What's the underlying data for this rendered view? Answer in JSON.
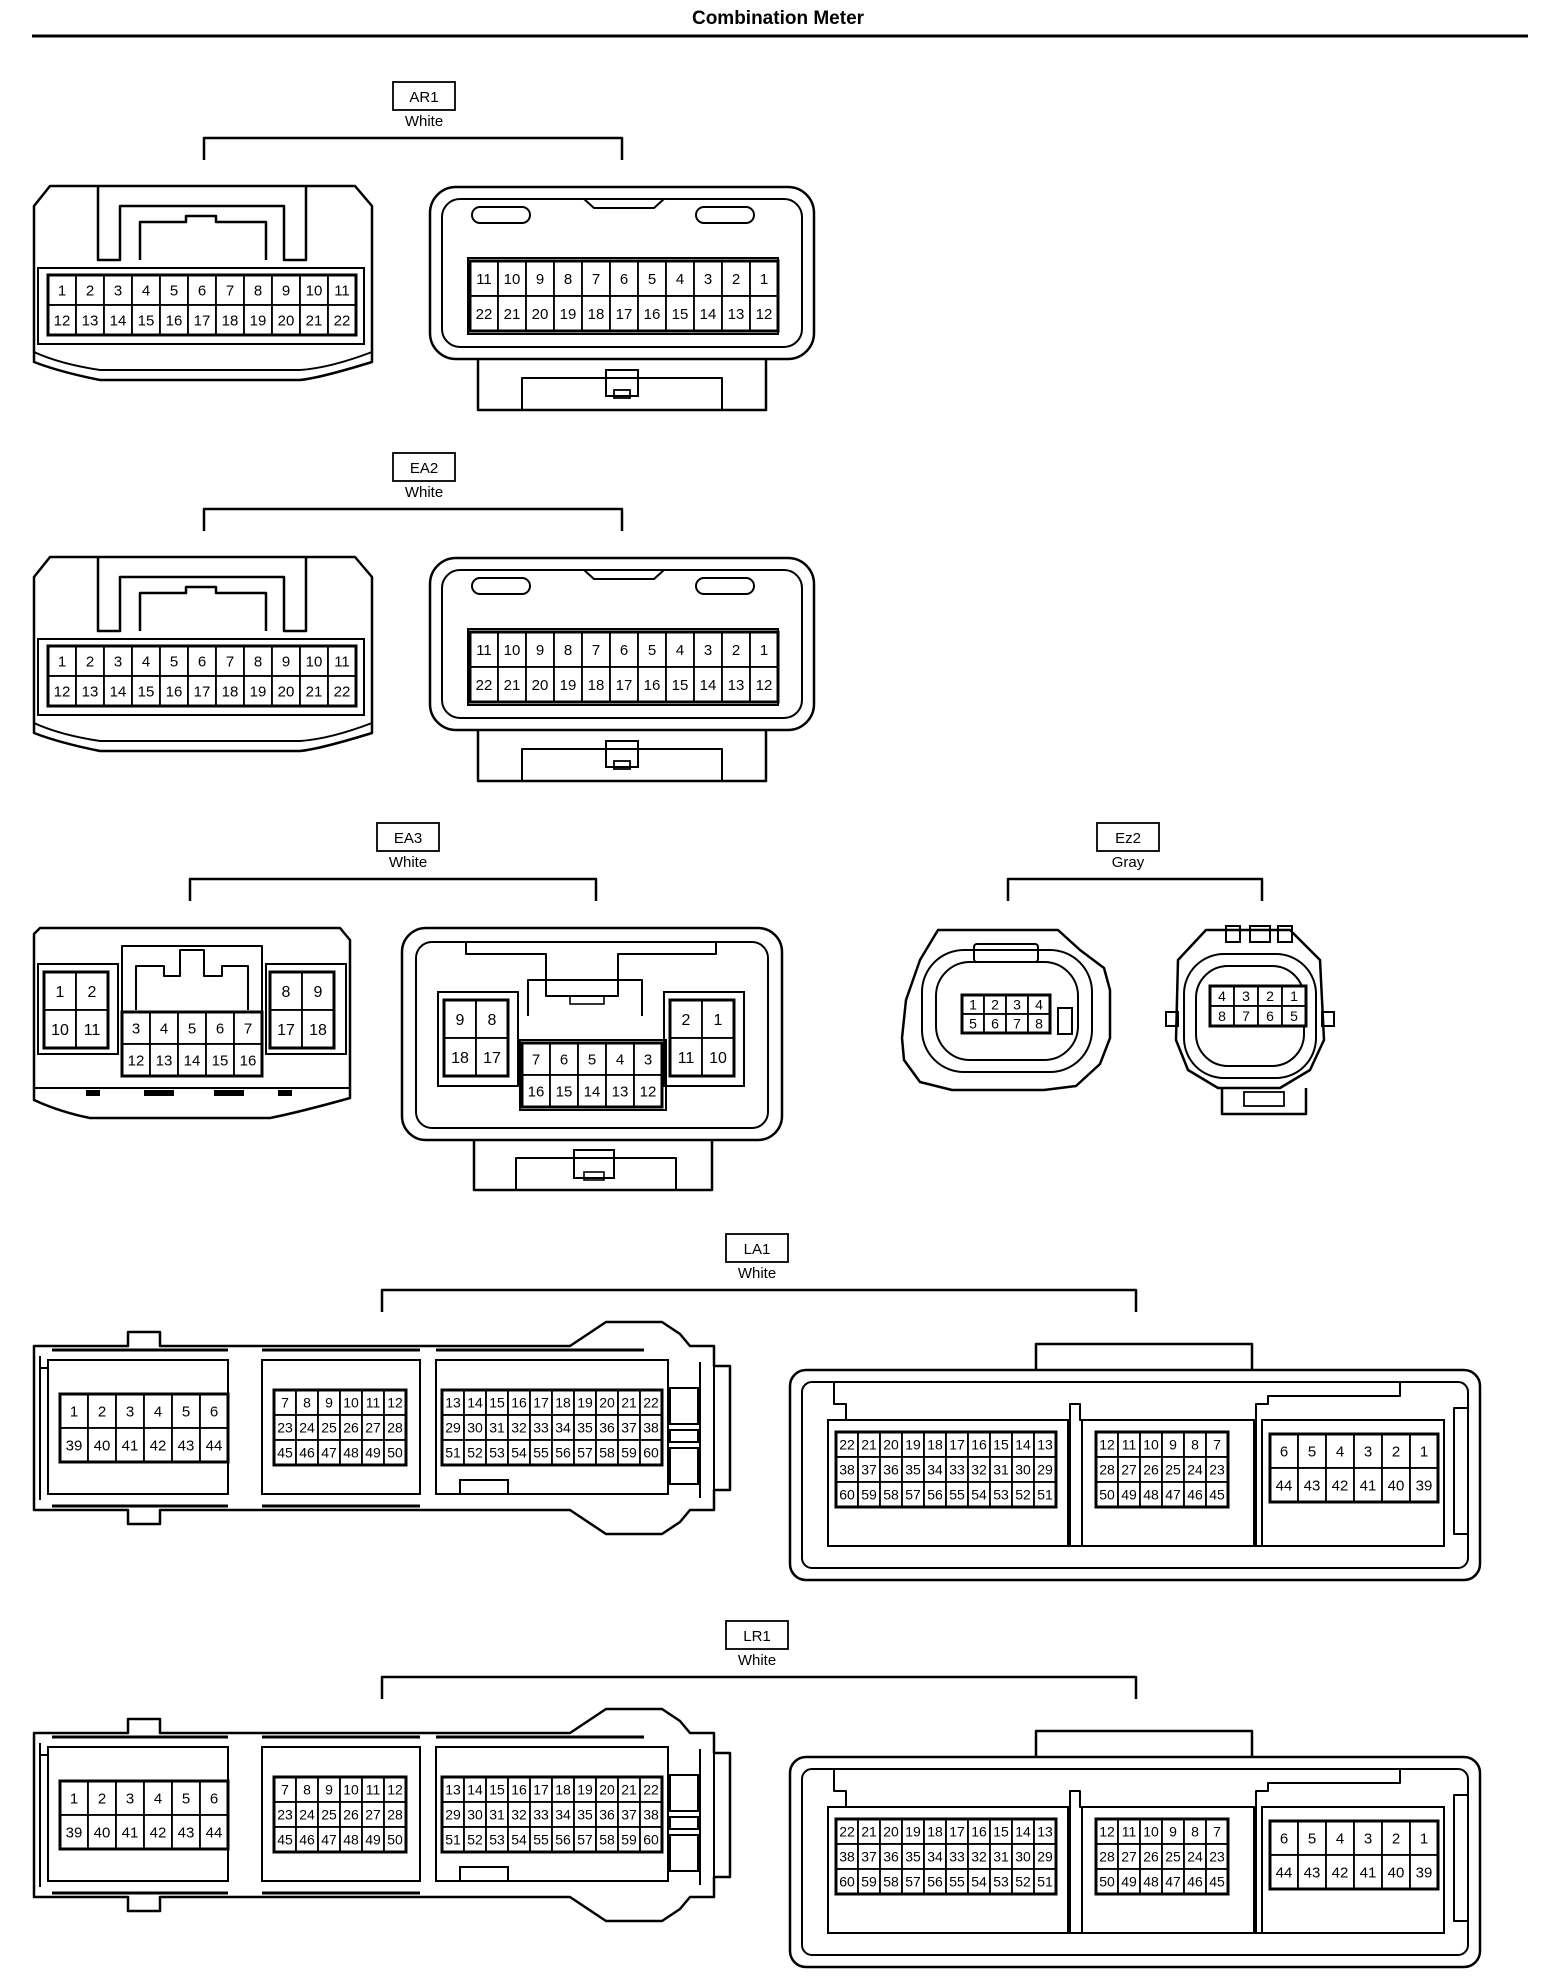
{
  "title": "Combination Meter",
  "connectors": [
    {
      "code": "AR1",
      "color": "White",
      "face_a": [
        [
          "1",
          "2",
          "3",
          "4",
          "5",
          "6",
          "7",
          "8",
          "9",
          "10",
          "11"
        ],
        [
          "12",
          "13",
          "14",
          "15",
          "16",
          "17",
          "18",
          "19",
          "20",
          "21",
          "22"
        ]
      ],
      "face_b": [
        [
          "11",
          "10",
          "9",
          "8",
          "7",
          "6",
          "5",
          "4",
          "3",
          "2",
          "1"
        ],
        [
          "22",
          "21",
          "20",
          "19",
          "18",
          "17",
          "16",
          "15",
          "14",
          "13",
          "12"
        ]
      ]
    },
    {
      "code": "EA2",
      "color": "White",
      "face_a": [
        [
          "1",
          "2",
          "3",
          "4",
          "5",
          "6",
          "7",
          "8",
          "9",
          "10",
          "11"
        ],
        [
          "12",
          "13",
          "14",
          "15",
          "16",
          "17",
          "18",
          "19",
          "20",
          "21",
          "22"
        ]
      ],
      "face_b": [
        [
          "11",
          "10",
          "9",
          "8",
          "7",
          "6",
          "5",
          "4",
          "3",
          "2",
          "1"
        ],
        [
          "22",
          "21",
          "20",
          "19",
          "18",
          "17",
          "16",
          "15",
          "14",
          "13",
          "12"
        ]
      ]
    },
    {
      "code": "EA3",
      "color": "White",
      "face_a": {
        "left": [
          [
            "1",
            "2"
          ],
          [
            "10",
            "11"
          ]
        ],
        "mid": [
          [
            "3",
            "4",
            "5",
            "6",
            "7"
          ],
          [
            "12",
            "13",
            "14",
            "15",
            "16"
          ]
        ],
        "right": [
          [
            "8",
            "9"
          ],
          [
            "17",
            "18"
          ]
        ]
      },
      "face_b": {
        "left": [
          [
            "9",
            "8"
          ],
          [
            "18",
            "17"
          ]
        ],
        "mid": [
          [
            "7",
            "6",
            "5",
            "4",
            "3"
          ],
          [
            "16",
            "15",
            "14",
            "13",
            "12"
          ]
        ],
        "right": [
          [
            "2",
            "1"
          ],
          [
            "11",
            "10"
          ]
        ]
      }
    },
    {
      "code": "Ez2",
      "color": "Gray",
      "face_a": [
        [
          "1",
          "2",
          "3",
          "4"
        ],
        [
          "5",
          "6",
          "7",
          "8"
        ]
      ],
      "face_b": [
        [
          "4",
          "3",
          "2",
          "1"
        ],
        [
          "8",
          "7",
          "6",
          "5"
        ]
      ]
    },
    {
      "code": "LA1",
      "color": "White",
      "face_a": {
        "g1": [
          [
            "1",
            "2",
            "3",
            "4",
            "5",
            "6"
          ],
          [
            "39",
            "40",
            "41",
            "42",
            "43",
            "44"
          ]
        ],
        "g2": [
          [
            "7",
            "8",
            "9",
            "10",
            "11",
            "12"
          ],
          [
            "23",
            "24",
            "25",
            "26",
            "27",
            "28"
          ],
          [
            "45",
            "46",
            "47",
            "48",
            "49",
            "50"
          ]
        ],
        "g3": [
          [
            "13",
            "14",
            "15",
            "16",
            "17",
            "18",
            "19",
            "20",
            "21",
            "22"
          ],
          [
            "29",
            "30",
            "31",
            "32",
            "33",
            "34",
            "35",
            "36",
            "37",
            "38"
          ],
          [
            "51",
            "52",
            "53",
            "54",
            "55",
            "56",
            "57",
            "58",
            "59",
            "60"
          ]
        ]
      },
      "face_b": {
        "g1": [
          [
            "22",
            "21",
            "20",
            "19",
            "18",
            "17",
            "16",
            "15",
            "14",
            "13"
          ],
          [
            "38",
            "37",
            "36",
            "35",
            "34",
            "33",
            "32",
            "31",
            "30",
            "29"
          ],
          [
            "60",
            "59",
            "58",
            "57",
            "56",
            "55",
            "54",
            "53",
            "52",
            "51"
          ]
        ],
        "g2": [
          [
            "12",
            "11",
            "10",
            "9",
            "8",
            "7"
          ],
          [
            "28",
            "27",
            "26",
            "25",
            "24",
            "23"
          ],
          [
            "50",
            "49",
            "48",
            "47",
            "46",
            "45"
          ]
        ],
        "g3": [
          [
            "6",
            "5",
            "4",
            "3",
            "2",
            "1"
          ],
          [
            "44",
            "43",
            "42",
            "41",
            "40",
            "39"
          ]
        ]
      }
    },
    {
      "code": "LR1",
      "color": "White",
      "face_a": {
        "g1": [
          [
            "1",
            "2",
            "3",
            "4",
            "5",
            "6"
          ],
          [
            "39",
            "40",
            "41",
            "42",
            "43",
            "44"
          ]
        ],
        "g2": [
          [
            "7",
            "8",
            "9",
            "10",
            "11",
            "12"
          ],
          [
            "23",
            "24",
            "25",
            "26",
            "27",
            "28"
          ],
          [
            "45",
            "46",
            "47",
            "48",
            "49",
            "50"
          ]
        ],
        "g3": [
          [
            "13",
            "14",
            "15",
            "16",
            "17",
            "18",
            "19",
            "20",
            "21",
            "22"
          ],
          [
            "29",
            "30",
            "31",
            "32",
            "33",
            "34",
            "35",
            "36",
            "37",
            "38"
          ],
          [
            "51",
            "52",
            "53",
            "54",
            "55",
            "56",
            "57",
            "58",
            "59",
            "60"
          ]
        ]
      },
      "face_b": {
        "g1": [
          [
            "22",
            "21",
            "20",
            "19",
            "18",
            "17",
            "16",
            "15",
            "14",
            "13"
          ],
          [
            "38",
            "37",
            "36",
            "35",
            "34",
            "33",
            "32",
            "31",
            "30",
            "29"
          ],
          [
            "60",
            "59",
            "58",
            "57",
            "56",
            "55",
            "54",
            "53",
            "52",
            "51"
          ]
        ],
        "g2": [
          [
            "12",
            "11",
            "10",
            "9",
            "8",
            "7"
          ],
          [
            "28",
            "27",
            "26",
            "25",
            "24",
            "23"
          ],
          [
            "50",
            "49",
            "48",
            "47",
            "46",
            "45"
          ]
        ],
        "g3": [
          [
            "6",
            "5",
            "4",
            "3",
            "2",
            "1"
          ],
          [
            "44",
            "43",
            "42",
            "41",
            "40",
            "39"
          ]
        ]
      }
    }
  ]
}
